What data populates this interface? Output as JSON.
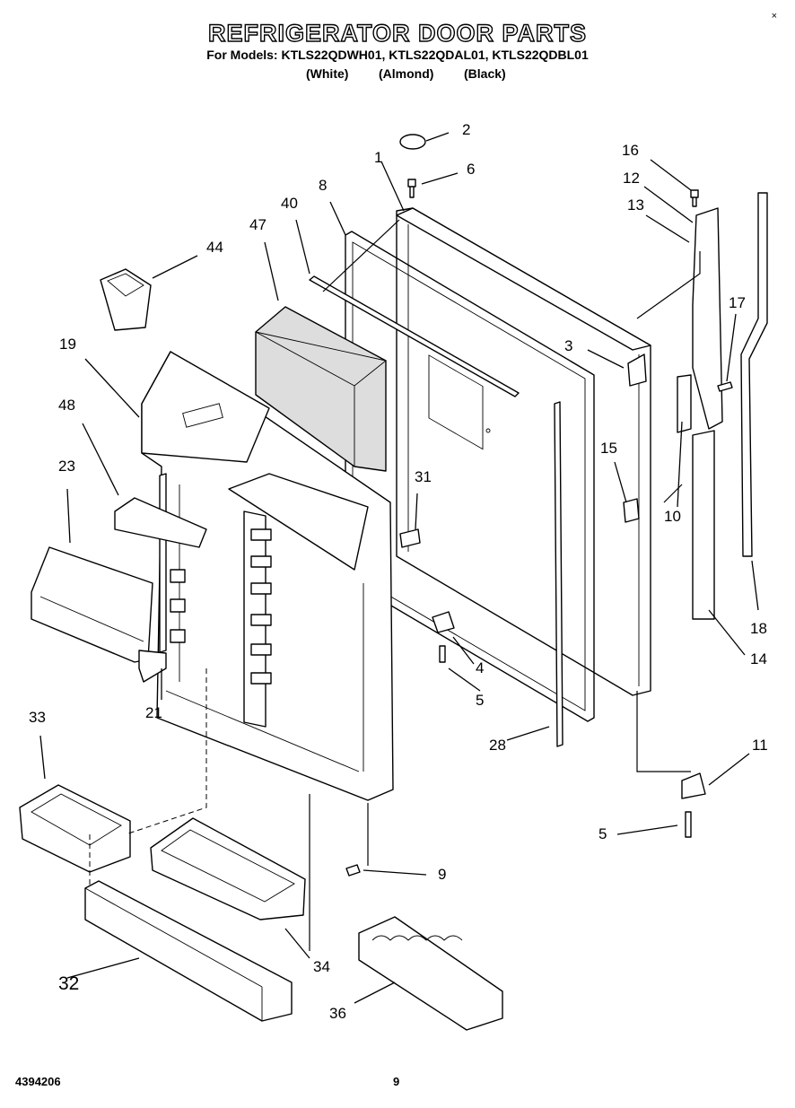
{
  "header": {
    "title": "REFRIGERATOR DOOR PARTS",
    "models": "For Models: KTLS22QDWH01, KTLS22QDAL01, KTLS22QDBL01",
    "variants": [
      "(White)",
      "(Almond)",
      "(Black)"
    ]
  },
  "corner_mark": "×",
  "footer": {
    "doc_number": "4394206",
    "page_number": "9"
  },
  "callouts": {
    "c1": "1",
    "c2": "2",
    "c3": "3",
    "c4": "4",
    "c5a": "5",
    "c5b": "5",
    "c6": "6",
    "c8": "8",
    "c9": "9",
    "c10": "10",
    "c11": "11",
    "c12": "12",
    "c13": "13",
    "c14": "14",
    "c15": "15",
    "c16": "16",
    "c17": "17",
    "c18": "18",
    "c19": "19",
    "c21": "21",
    "c23": "23",
    "c28": "28",
    "c31": "31",
    "c32": "32",
    "c33": "33",
    "c34": "34",
    "c36": "36",
    "c40": "40",
    "c44": "44",
    "c47": "47",
    "c48": "48"
  }
}
